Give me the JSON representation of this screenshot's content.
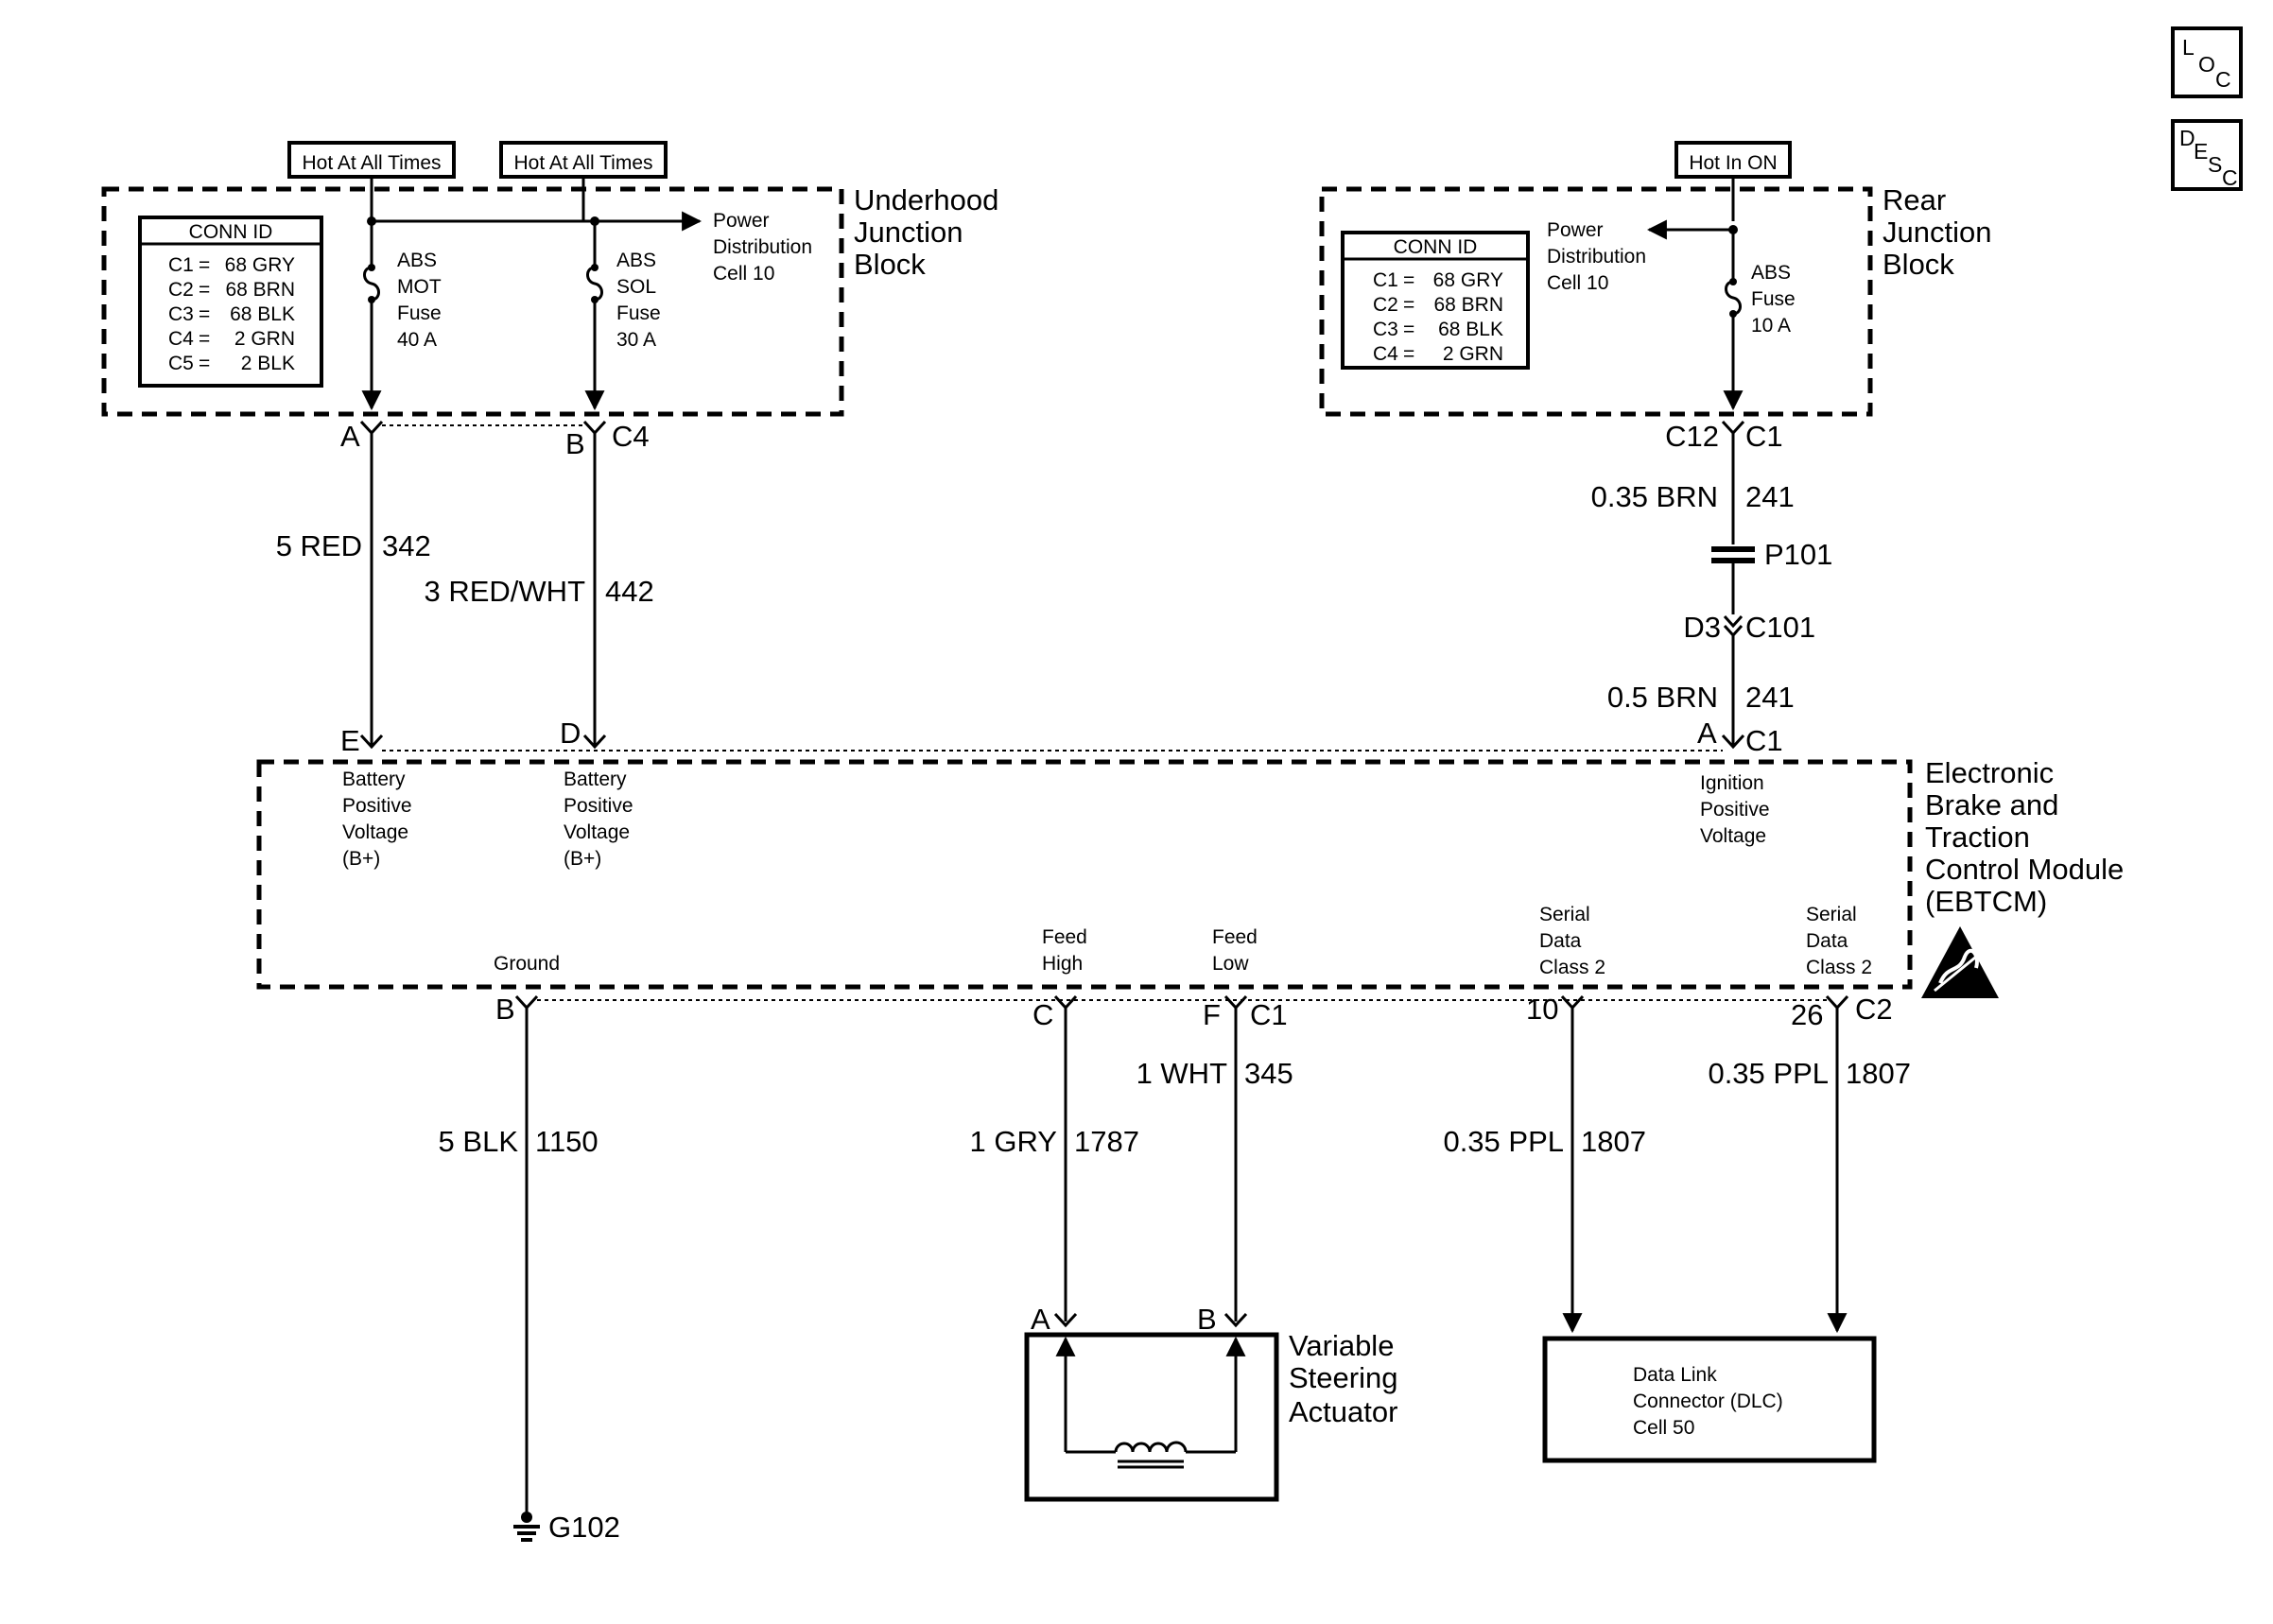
{
  "nav_buttons": {
    "loc": {
      "l": "L",
      "o": "O",
      "c": "C"
    },
    "desc": {
      "d": "D",
      "e": "E",
      "s": "S",
      "c": "C"
    }
  },
  "hot_labels": {
    "left1": "Hot At All Times",
    "left2": "Hot At All Times",
    "right": "Hot In ON"
  },
  "underhood_block": {
    "title": [
      "Underhood",
      "Junction",
      "Block"
    ],
    "conn_id_title": "CONN ID",
    "conn_id_rows": [
      {
        "pin": "C1",
        "value": "68 GRY"
      },
      {
        "pin": "C2",
        "value": "68 BRN"
      },
      {
        "pin": "C3",
        "value": "68 BLK"
      },
      {
        "pin": "C4",
        "value": "2 GRN"
      },
      {
        "pin": "C5",
        "value": "2 BLK"
      }
    ],
    "fuse_mot": [
      "ABS",
      "MOT",
      "Fuse",
      "40 A"
    ],
    "fuse_sol": [
      "ABS",
      "SOL",
      "Fuse",
      "30 A"
    ],
    "power_ref": [
      "Power",
      "Distribution",
      "Cell 10"
    ]
  },
  "rear_block": {
    "title": [
      "Rear",
      "Junction",
      "Block"
    ],
    "conn_id_title": "CONN ID",
    "conn_id_rows": [
      {
        "pin": "C1",
        "value": "68 GRY"
      },
      {
        "pin": "C2",
        "value": "68 BRN"
      },
      {
        "pin": "C3",
        "value": "68 BLK"
      },
      {
        "pin": "C4",
        "value": "2 GRN"
      }
    ],
    "fuse": [
      "ABS",
      "Fuse",
      "10 A"
    ],
    "power_ref": [
      "Power",
      "Distribution",
      "Cell 10"
    ]
  },
  "connectors": {
    "a_pin": "A",
    "b_pin": "B",
    "c4": "C4",
    "c12": "C12",
    "c1_top": "C1",
    "p101": "P101",
    "d3": "D3",
    "c101": "C101",
    "e_pin": "E",
    "d_pin": "D",
    "ebtcm_a": "A",
    "ebtcm_c1_top": "C1",
    "ground_b": "B",
    "feed_c": "C",
    "feed_f": "F",
    "c1_bottom": "C1",
    "pin10": "10",
    "pin26": "26",
    "c2": "C2",
    "vsa_a": "A",
    "vsa_b": "B",
    "g102": "G102"
  },
  "wires": {
    "w342": {
      "gauge": "5 RED",
      "circuit": "342"
    },
    "w442": {
      "gauge": "3 RED/WHT",
      "circuit": "442"
    },
    "w241a": {
      "gauge": "0.35 BRN",
      "circuit": "241"
    },
    "w241b": {
      "gauge": "0.5 BRN",
      "circuit": "241"
    },
    "w1150": {
      "gauge": "5 BLK",
      "circuit": "1150"
    },
    "w1787": {
      "gauge": "1 GRY",
      "circuit": "1787"
    },
    "w345": {
      "gauge": "1 WHT",
      "circuit": "345"
    },
    "w1807a": {
      "gauge": "0.35 PPL",
      "circuit": "1807"
    },
    "w1807b": {
      "gauge": "0.35 PPL",
      "circuit": "1807"
    }
  },
  "ebtcm": {
    "title": [
      "Electronic",
      "Brake and",
      "Traction",
      "Control Module",
      "(EBTCM)"
    ],
    "pin_e": [
      "Battery",
      "Positive",
      "Voltage",
      "(B+)"
    ],
    "pin_d": [
      "Battery",
      "Positive",
      "Voltage",
      "(B+)"
    ],
    "pin_a": [
      "Ignition",
      "Positive",
      "Voltage"
    ],
    "ground": "Ground",
    "feed_high": [
      "Feed",
      "High"
    ],
    "feed_low": [
      "Feed",
      "Low"
    ],
    "serial1": [
      "Serial",
      "Data",
      "Class 2"
    ],
    "serial2": [
      "Serial",
      "Data",
      "Class 2"
    ]
  },
  "actuator": {
    "title": [
      "Variable",
      "Steering",
      "Actuator"
    ]
  },
  "dlc": {
    "text": [
      "Data Link",
      "Connector (DLC)",
      "Cell 50"
    ]
  }
}
